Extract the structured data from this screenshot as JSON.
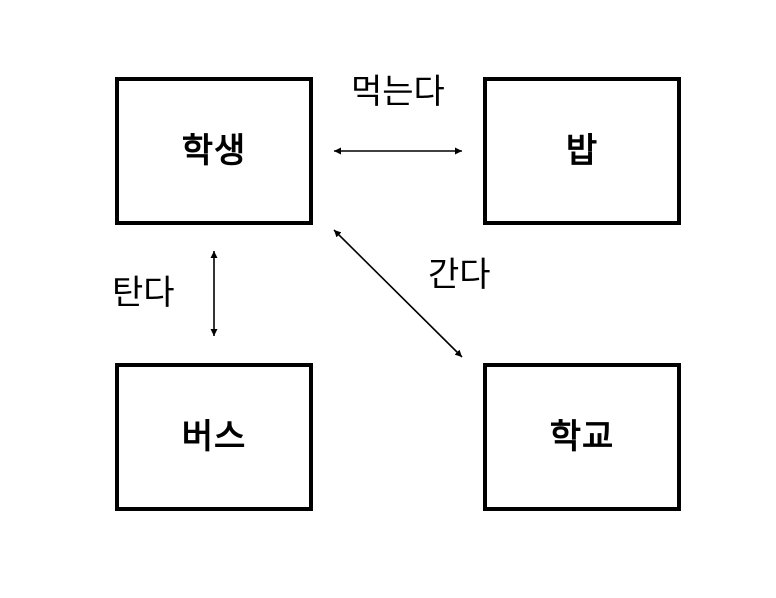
{
  "nodes": {
    "student": "학생",
    "rice": "밥",
    "bus": "버스",
    "school": "학교"
  },
  "edges": {
    "eat": "먹는다",
    "ride": "탄다",
    "go": "간다"
  },
  "colors": {
    "stroke": "#000000",
    "background": "#ffffff"
  }
}
